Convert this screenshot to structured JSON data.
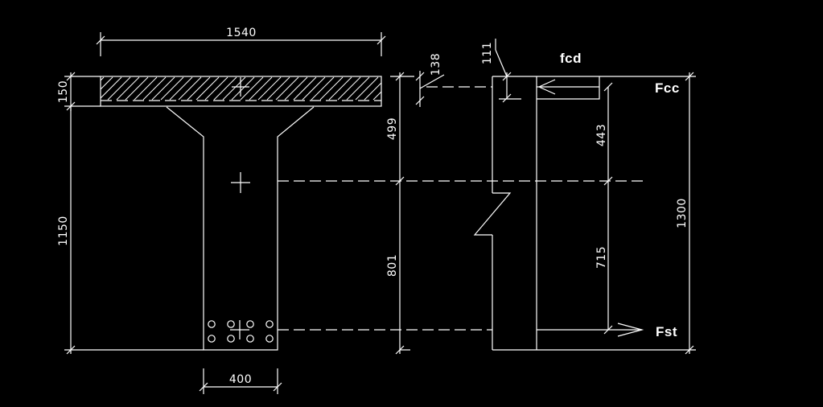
{
  "drawing": {
    "dims": {
      "top_width": "1540",
      "flange_thickness": "150",
      "height_below_flange": "1150",
      "web_width": "400",
      "depth_to_na": "499",
      "depth_below_na": "801",
      "compression_block": "138",
      "stress_block": "111",
      "lever_upper": "443",
      "lever_lower": "715",
      "total_height": "1300"
    },
    "labels": {
      "fcd": "fcd",
      "fcc": "Fcc",
      "fst": "Fst"
    }
  }
}
